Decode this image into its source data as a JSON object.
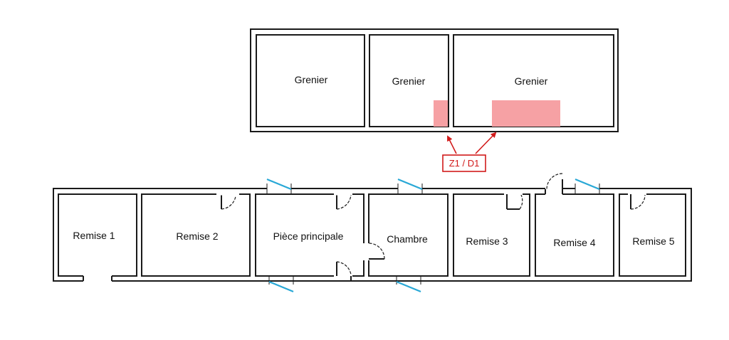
{
  "upper_floor": {
    "rooms": [
      {
        "id": "grenier-1",
        "label": "Grenier"
      },
      {
        "id": "grenier-2",
        "label": "Grenier"
      },
      {
        "id": "grenier-3",
        "label": "Grenier"
      }
    ]
  },
  "ground_floor": {
    "rooms": [
      {
        "id": "remise-1",
        "label": "Remise 1"
      },
      {
        "id": "remise-2",
        "label": "Remise 2"
      },
      {
        "id": "piece-principale",
        "label": "Pièce principale"
      },
      {
        "id": "chambre",
        "label": "Chambre"
      },
      {
        "id": "remise-3",
        "label": "Remise 3"
      },
      {
        "id": "remise-4",
        "label": "Remise 4"
      },
      {
        "id": "remise-5",
        "label": "Remise 5"
      }
    ]
  },
  "annotation": {
    "label": "Z1 / D1",
    "color": "#d11a1a",
    "zone_color": "#f6a1a4"
  },
  "colors": {
    "walls": "#1a1a1a",
    "windows": "#29a8d6"
  }
}
